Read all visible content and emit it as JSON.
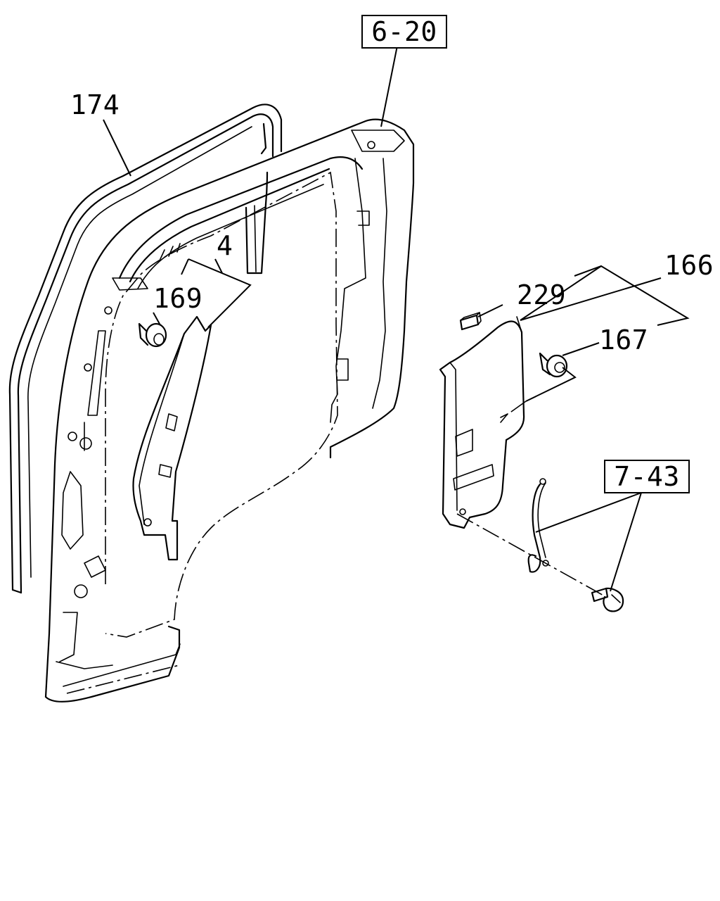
{
  "callouts": {
    "ref_6_20": "6-20",
    "ref_7_43": "7-43",
    "p174": "174",
    "p4": "4",
    "p169": "169",
    "p229": "229",
    "p166": "166",
    "p167": "167"
  }
}
